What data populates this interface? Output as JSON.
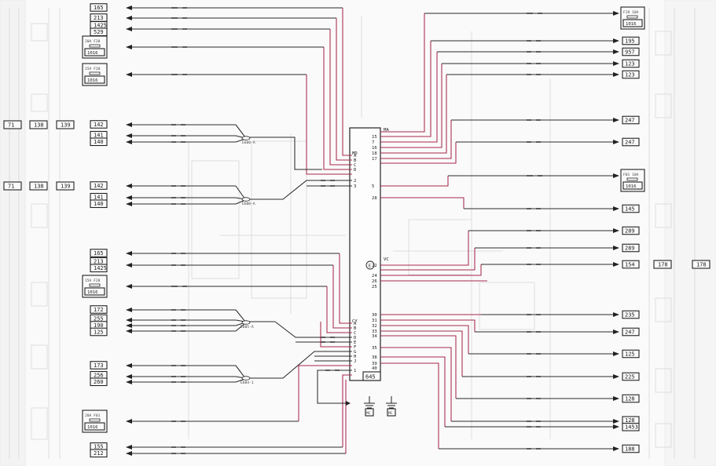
{
  "ecu": {
    "id": "645",
    "symbol": "E",
    "connectors": [
      "MD",
      "MA",
      "VC",
      "CY"
    ],
    "pins_left_top": [
      "A",
      "B",
      "C",
      "D"
    ],
    "pins_left_mid": [
      "2",
      "3"
    ],
    "pins_left_bottom": [
      "A",
      "B",
      "C",
      "D",
      "E",
      "F",
      "G",
      "H",
      "J",
      "1"
    ],
    "pins_right": [
      "15",
      "7",
      "16",
      "18",
      "17",
      "5",
      "28",
      "22",
      "24",
      "26",
      "25",
      "30",
      "31",
      "32",
      "33",
      "34",
      "35",
      "38",
      "39",
      "40"
    ]
  },
  "left_connectors": [
    {
      "id": "l1",
      "texts": [
        "165"
      ]
    },
    {
      "id": "l2",
      "texts": [
        "213"
      ]
    },
    {
      "id": "l3",
      "texts": [
        "1425",
        "529"
      ]
    },
    {
      "id": "l4",
      "texts": [
        "20A",
        "F28",
        "1016"
      ],
      "fuse": true
    },
    {
      "id": "l5",
      "texts": [
        "15A",
        "F20",
        "1016"
      ],
      "fuse": true
    },
    {
      "id": "l6",
      "texts": [
        "142"
      ]
    },
    {
      "id": "l7",
      "texts": [
        "141",
        "140"
      ]
    },
    {
      "id": "l8",
      "texts": [
        "142"
      ]
    },
    {
      "id": "l9",
      "texts": [
        "141",
        "140"
      ]
    },
    {
      "id": "l10",
      "texts": [
        "165"
      ]
    },
    {
      "id": "l11",
      "texts": [
        "213",
        "1425"
      ]
    },
    {
      "id": "l12",
      "texts": [
        "15A",
        "F20",
        "1016"
      ],
      "fuse": true
    },
    {
      "id": "l13",
      "texts": [
        "172"
      ]
    },
    {
      "id": "l14",
      "texts": [
        "255",
        "190",
        "125"
      ]
    },
    {
      "id": "l15",
      "texts": [
        "173"
      ]
    },
    {
      "id": "l16",
      "texts": [
        "256",
        "260"
      ]
    },
    {
      "id": "l17",
      "texts": [
        "20A",
        "F01",
        "1016"
      ],
      "fuse": true
    },
    {
      "id": "l18",
      "texts": [
        "155",
        "212"
      ]
    }
  ],
  "far_left_refs": [
    {
      "id": "r1",
      "texts": [
        "71",
        "138",
        "139"
      ]
    },
    {
      "id": "r2",
      "texts": [
        "71",
        "138",
        "139"
      ]
    }
  ],
  "right_connectors": [
    {
      "id": "c1",
      "texts": [
        "F19",
        "10A",
        "1016"
      ],
      "fuse": true
    },
    {
      "id": "c2",
      "texts": [
        "195"
      ]
    },
    {
      "id": "c3",
      "texts": [
        "957"
      ]
    },
    {
      "id": "c4",
      "texts": [
        "123"
      ]
    },
    {
      "id": "c5",
      "texts": [
        "123"
      ]
    },
    {
      "id": "c6",
      "texts": [
        "247"
      ]
    },
    {
      "id": "c7",
      "texts": [
        "247"
      ]
    },
    {
      "id": "c8",
      "texts": [
        "F01",
        "10A",
        "1016"
      ],
      "fuse": true
    },
    {
      "id": "c9",
      "texts": [
        "145"
      ]
    },
    {
      "id": "c10",
      "texts": [
        "289"
      ]
    },
    {
      "id": "c11",
      "texts": [
        "289"
      ]
    },
    {
      "id": "c12",
      "texts": [
        "154"
      ]
    },
    {
      "id": "c13",
      "texts": [
        "235"
      ]
    },
    {
      "id": "c14",
      "texts": [
        "247"
      ]
    },
    {
      "id": "c15",
      "texts": [
        "125"
      ]
    },
    {
      "id": "c16",
      "texts": [
        "225"
      ]
    },
    {
      "id": "c17",
      "texts": [
        "128"
      ]
    },
    {
      "id": "c18",
      "texts": [
        "128",
        "1453"
      ]
    },
    {
      "id": "c19",
      "texts": [
        "188"
      ]
    }
  ],
  "far_right_refs": [
    {
      "id": "fr1",
      "texts": [
        "178",
        "178"
      ]
    }
  ],
  "splices": [
    "E600-A",
    "E600-A",
    "E605-A",
    "E604-1"
  ],
  "grounds": [
    "MC",
    "MC"
  ]
}
